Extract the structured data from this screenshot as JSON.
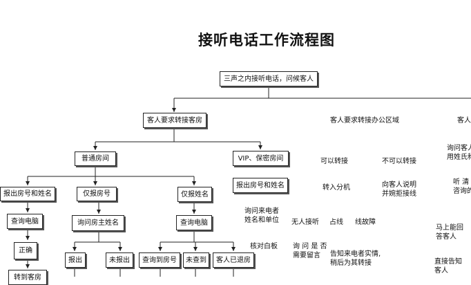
{
  "title": "接听电话工作流程图",
  "nodes": {
    "root": "三声之内接听电话，问候客人",
    "transfer_room": "客人要求转接客房",
    "transfer_office": "客人要求转接办公区域",
    "right_edge_header": "客人",
    "normal_room": "普通房间",
    "vip_room": "VIP、保密房间",
    "report_room_and_name": "报出房号和姓名",
    "report_room_only": "仅报房号",
    "report_name_only": "仅报姓名",
    "vip_report_room_and_name": "报出房号和姓名",
    "check_computer_left": "查询电脑",
    "ask_room_owner": "询问房主姓名",
    "check_computer_right": "查询电脑",
    "correct": "正确",
    "report_out": "报出",
    "not_report": "未报出",
    "find_room_number": "查询到房号",
    "not_found": "未查到",
    "guest_checked_out": "客人已退房",
    "bottom_left_partial": "转到客房"
  },
  "labels": {
    "can_transfer": "可以转接",
    "cannot_transfer": "不可以转接",
    "transfer_extension": "转入分机",
    "explain_line1": "向客人说明",
    "explain_line2": "并婉拒接线",
    "ask_caller_line1": "询问来电者",
    "ask_caller_line2": "姓名和单位",
    "verify_whiteboard": "核对白板",
    "nobody_answers": "无人接听",
    "line_busy": "占线",
    "line_fault": "线故障",
    "leave_msg_line1": "询 问 是 否",
    "leave_msg_line2": "需要留言",
    "inform_line1": "告知来电者实情,",
    "inform_line2": "稍后为其转接",
    "right_ask_line1": "询问客人",
    "right_ask_line2": "用姓氏称",
    "right_listen_line1": "听 清 另",
    "right_listen_line2": "咨询的",
    "right_answer_line1": "马上能回",
    "right_answer_line2": "答客人",
    "right_tell_line1": "直接告知",
    "right_tell_line2": "客人"
  }
}
